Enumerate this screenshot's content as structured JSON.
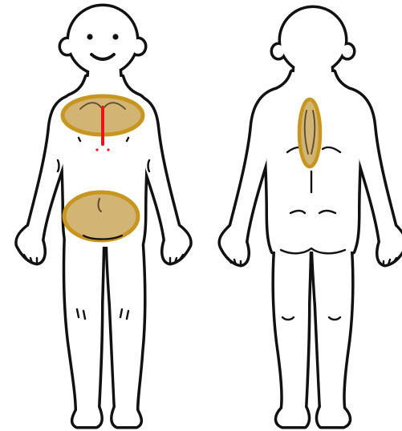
{
  "colors": {
    "outline": "#111111",
    "skin": "#ffffff",
    "region_fill": "#d2b574",
    "region_stroke": "#c8961e",
    "marker": "#e8141a"
  },
  "figures": [
    {
      "view": "front",
      "face": "smiling"
    },
    {
      "view": "back"
    }
  ],
  "highlighted_regions": [
    {
      "view": "front",
      "part": "chest"
    },
    {
      "view": "front",
      "part": "abdomen"
    },
    {
      "view": "back",
      "part": "upper back"
    }
  ],
  "markers": [
    {
      "view": "front",
      "part": "sternum",
      "type": "vertical line"
    }
  ]
}
